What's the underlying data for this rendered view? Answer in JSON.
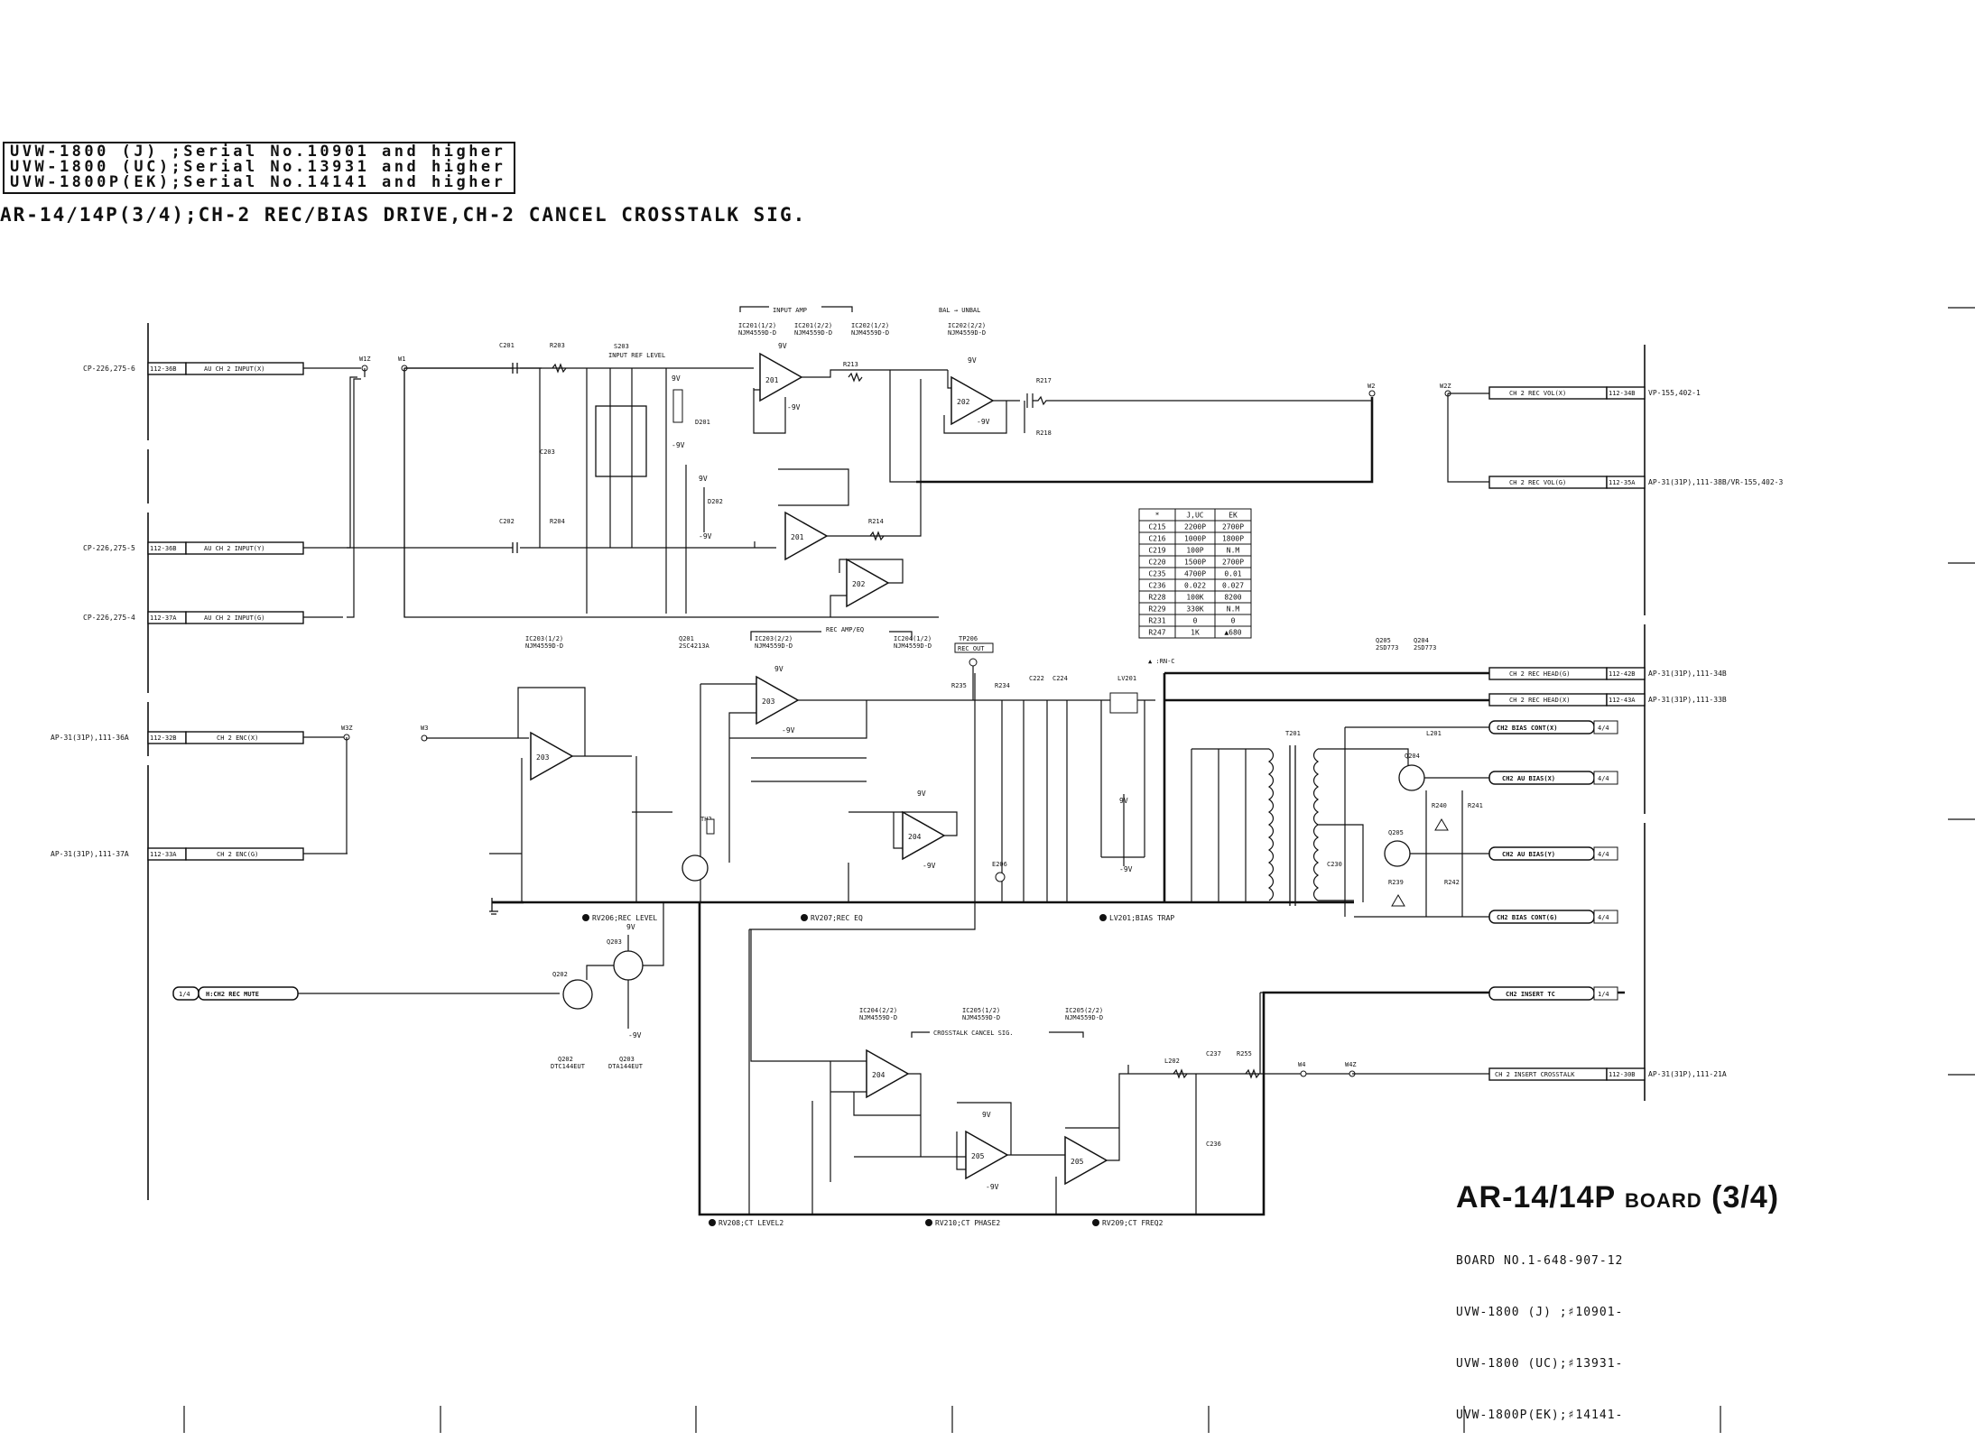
{
  "header": {
    "serial_lines": [
      "UVW-1800 (J) ;Serial No.10901 and higher",
      "UVW-1800 (UC);Serial No.13931 and higher",
      "UVW-1800P(EK);Serial No.14141 and higher"
    ],
    "sheet_title": "AR-14/14P(3/4);CH-2 REC/BIAS DRIVE,CH-2 CANCEL CROSSTALK SIG."
  },
  "board": {
    "title_main": "AR-14/14P",
    "title_word": "BOARD",
    "title_page": "(3/4)",
    "info": [
      "BOARD NO.1-648-907-12",
      "UVW-1800 (J) ;♯10901-",
      "UVW-1800 (UC);♯13931-",
      "UVW-1800P(EK);♯14141-"
    ]
  },
  "left_connectors": [
    {
      "ref": "CP-226,275-6",
      "pin": "112-36B",
      "signal": "AU CH 2 INPUT(X)"
    },
    {
      "ref": "CP-226,275-5",
      "pin": "112-36B",
      "signal": "AU CH 2 INPUT(Y)"
    },
    {
      "ref": "CP-226,275-4",
      "pin": "112-37A",
      "signal": "AU CH 2 INPUT(G)"
    },
    {
      "ref": "AP-31(31P),111-36A",
      "pin": "112-32B",
      "signal": "CH 2 ENC(X)"
    },
    {
      "ref": "AP-31(31P),111-37A",
      "pin": "112-33A",
      "signal": "CH 2 ENC(G)"
    }
  ],
  "right_connectors": [
    {
      "signal": "CH 2 REC VOL(X)",
      "pin": "112-34B",
      "ref": "VP-155,402-1"
    },
    {
      "signal": "CH 2 REC VOL(G)",
      "pin": "112-35A",
      "ref": "AP-31(31P),111-38B/VR-155,402-3"
    },
    {
      "signal": "CH 2 REC HEAD(G)",
      "pin": "112-42B",
      "ref": "AP-31(31P),111-34B"
    },
    {
      "signal": "CH 2 REC HEAD(X)",
      "pin": "112-43A",
      "ref": "AP-31(31P),111-33B"
    },
    {
      "signal": "CH 2 INSERT CROSSTALK",
      "pin": "112-30B",
      "ref": "AP-31(31P),111-21A"
    }
  ],
  "page_refs": [
    {
      "signal": "CH2 BIAS CONT(X)",
      "page": "4/4"
    },
    {
      "signal": "CH2 AU BIAS(X)",
      "page": "4/4"
    },
    {
      "signal": "CH2 AU BIAS(Y)",
      "page": "4/4"
    },
    {
      "signal": "CH2 BIAS CONT(G)",
      "page": "4/4"
    },
    {
      "signal": "CH2 INSERT TC",
      "page": "1/4"
    }
  ],
  "mute_ref": {
    "page": "1/4",
    "signal": "H:CH2 REC MUTE"
  },
  "section_labels": {
    "input_amp": "INPUT AMP",
    "bal_unbal": "BAL → UNBAL",
    "input_ref_level": "INPUT REF LEVEL",
    "rec_amp_eq": "REC AMP/EQ",
    "crosstalk_cancel": "CROSSTALK CANCEL SIG.",
    "rec_out": "REC OUT",
    "tp": "TP206",
    "test_point": "E206"
  },
  "ic_labels": [
    {
      "ref": "IC201(1/2)",
      "part": "NJM4559D-D"
    },
    {
      "ref": "IC201(2/2)",
      "part": "NJM4559D-D"
    },
    {
      "ref": "IC202(1/2)",
      "part": "NJM4559D-D"
    },
    {
      "ref": "IC202(2/2)",
      "part": "NJM4559D-D"
    },
    {
      "ref": "IC203(1/2)",
      "part": "NJM4559D-D"
    },
    {
      "ref": "IC203(2/2)",
      "part": "NJM4559D-D"
    },
    {
      "ref": "IC204(1/2)",
      "part": "NJM4559D-D"
    },
    {
      "ref": "IC204(2/2)",
      "part": "NJM4559D-D"
    },
    {
      "ref": "IC205(1/2)",
      "part": "NJM4559D-D"
    },
    {
      "ref": "IC205(2/2)",
      "part": "NJM4559D-D"
    }
  ],
  "amps": [
    "201",
    "201",
    "202",
    "202",
    "203",
    "203",
    "204",
    "204",
    "205",
    "205"
  ],
  "transistors": [
    {
      "ref": "Q201",
      "part": "2SC4213A"
    },
    {
      "ref": "Q202",
      "part": "DTC144EUT"
    },
    {
      "ref": "Q203",
      "part": "DTA144EUT"
    },
    {
      "ref": "Q204",
      "part": "2SD773"
    },
    {
      "ref": "Q205",
      "part": "2SD773"
    }
  ],
  "adjust_labels": [
    "RV206;REC LEVEL",
    "RV207;REC EQ",
    "LV201;BIAS TRAP",
    "RV208;CT LEVEL2",
    "RV210;CT PHASE2",
    "RV209;CT FREQ2"
  ],
  "supply_labels": {
    "pos": "9V",
    "neg": "-9V"
  },
  "values_table": {
    "headers": [
      "*",
      "J,UC",
      "EK"
    ],
    "rows": [
      [
        "C215",
        "2200P",
        "2700P"
      ],
      [
        "C216",
        "1000P",
        "1800P"
      ],
      [
        "C219",
        "100P",
        "N.M"
      ],
      [
        "C220",
        "1500P",
        "2700P"
      ],
      [
        "C235",
        "4700P",
        "0.01"
      ],
      [
        "C236",
        "0.022",
        "0.027"
      ],
      [
        "R228",
        "100K",
        "8200"
      ],
      [
        "R229",
        "330K",
        "N.M"
      ],
      [
        "R231",
        "0",
        "0"
      ],
      [
        "R247",
        "1K",
        "▲680"
      ]
    ],
    "note": "▲ :RN-C"
  },
  "component_labels": {
    "r213": "R213",
    "r214": "R214",
    "r217": "R217",
    "r218": "R218",
    "c201": "C201",
    "c202": "C202",
    "c203": "C203",
    "r203": "R203",
    "r204": "R204",
    "s203": "S203",
    "d201": "D201",
    "d202": "D202",
    "t201": "T201",
    "lv201": "LV201",
    "l201": "L201",
    "l202": "L202",
    "r235": "R235",
    "r234": "R234",
    "th2": "TH2",
    "c222": "C222",
    "c224": "C224",
    "c236": "C236",
    "r255": "R255",
    "c237": "C237",
    "r240": "R240",
    "r241": "R241",
    "r242": "R242",
    "r239": "R239",
    "c230": "C230"
  },
  "wire_labels": [
    "W1Z",
    "W1",
    "W2",
    "W2Z",
    "W3",
    "W3Z",
    "W4",
    "W4Z"
  ]
}
